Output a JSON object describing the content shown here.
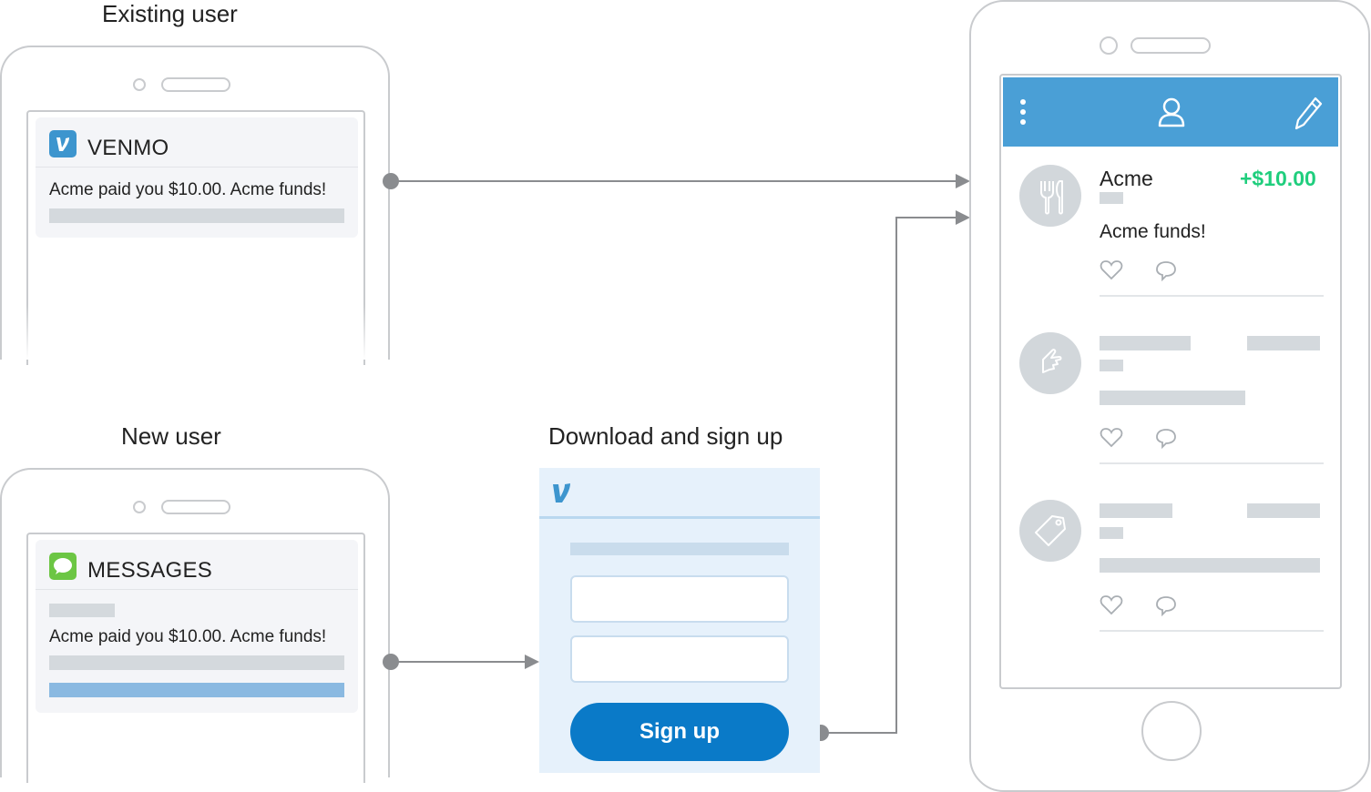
{
  "existing_user": {
    "title": "Existing user",
    "notification": {
      "app_name": "VENMO",
      "app_icon": "venmo-logo-icon",
      "message": "Acme paid you $10.00. Acme funds!"
    }
  },
  "new_user": {
    "title": "New user",
    "notification": {
      "app_name": "MESSAGES",
      "app_icon": "messages-bubble-icon",
      "message": "Acme paid you $10.00. Acme funds!"
    }
  },
  "signup": {
    "title": "Download and sign up",
    "logo_icon": "venmo-v-icon",
    "name_value": "",
    "email_value": "",
    "button_label": "Sign up"
  },
  "feed": {
    "header_icons": [
      "menu-dots-icon",
      "profile-icon",
      "compose-pencil-icon"
    ],
    "items": [
      {
        "name": "Acme",
        "amount": "+$10.00",
        "note": "Acme funds!",
        "avatar_icon": "fork-knife-icon",
        "like_icon": "heart-icon",
        "comment_icon": "comment-icon"
      },
      {
        "avatar_icon": "pointing-hand-icon",
        "like_icon": "heart-icon",
        "comment_icon": "comment-icon"
      },
      {
        "avatar_icon": "tag-icon",
        "like_icon": "heart-icon",
        "comment_icon": "comment-icon"
      }
    ]
  },
  "colors": {
    "venmo_blue": "#3d95ce",
    "header_blue": "#4a9fd6",
    "button_blue": "#0a7ac8",
    "messages_green": "#6cc644",
    "amount_green": "#1fce7d",
    "connector_gray": "#8a8c8f"
  }
}
